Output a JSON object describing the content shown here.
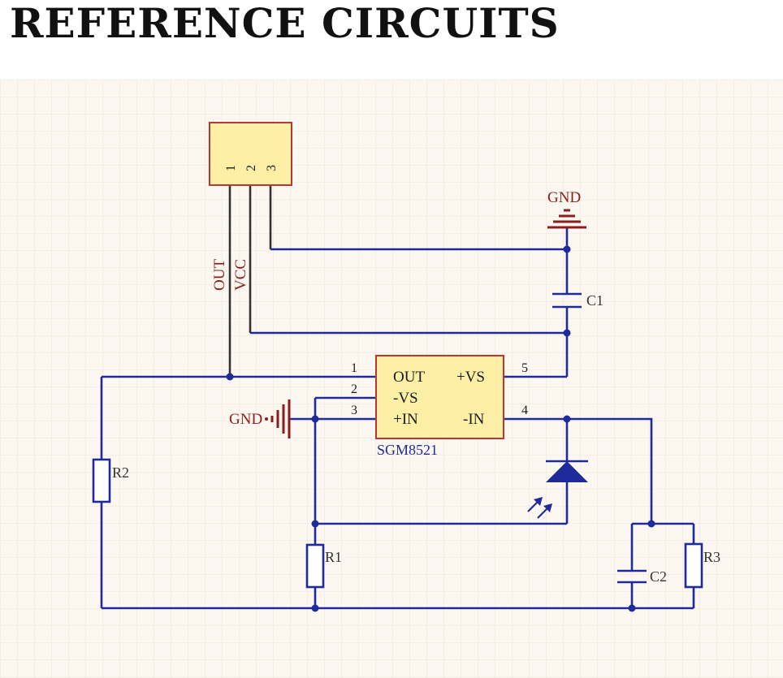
{
  "title": "REFERENCE CIRCUITS",
  "colors": {
    "wire": "#1f2a9b",
    "ground": "#8a1e1e",
    "ic_fill": "#fdf0a6",
    "ic_border": "#b8372e",
    "grid_background": "#fcf8f1"
  },
  "connector": {
    "pins": [
      "1",
      "2",
      "3"
    ],
    "net_out": "OUT",
    "net_vcc": "VCC"
  },
  "ic": {
    "part": "SGM8521",
    "pins_left": [
      {
        "num": "1",
        "name": "OUT"
      },
      {
        "num": "2",
        "name": "-VS"
      },
      {
        "num": "3",
        "name": "+IN"
      }
    ],
    "pins_right": [
      {
        "num": "5",
        "name": "+VS"
      },
      {
        "num": "4",
        "name": "-IN"
      }
    ]
  },
  "nets": {
    "gnd_top": "GND",
    "gnd_left": "GND"
  },
  "components": {
    "c1": "C1",
    "c2": "C2",
    "r1": "R1",
    "r2": "R2",
    "r3": "R3"
  }
}
